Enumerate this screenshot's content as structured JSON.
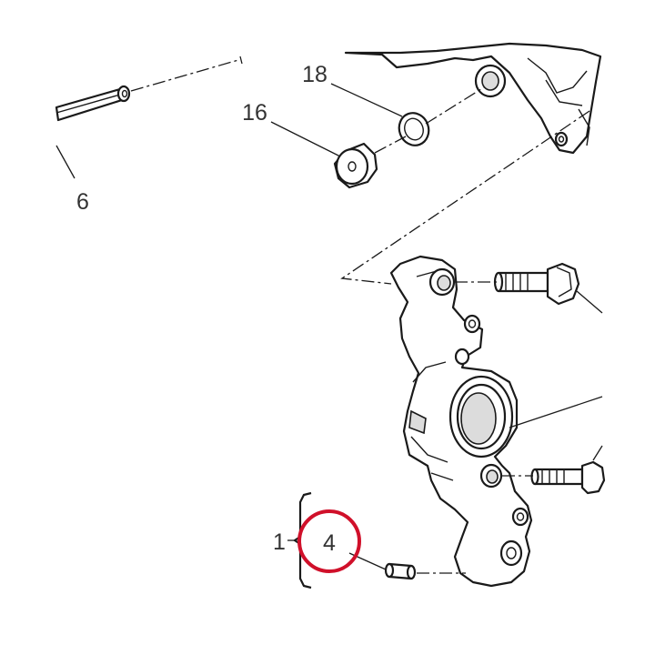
{
  "callouts": {
    "c18": "18",
    "c16": "16",
    "c6": "6",
    "c1": "1",
    "c4": "4"
  },
  "highlight": {
    "target": "4",
    "color": "#d0102a"
  }
}
